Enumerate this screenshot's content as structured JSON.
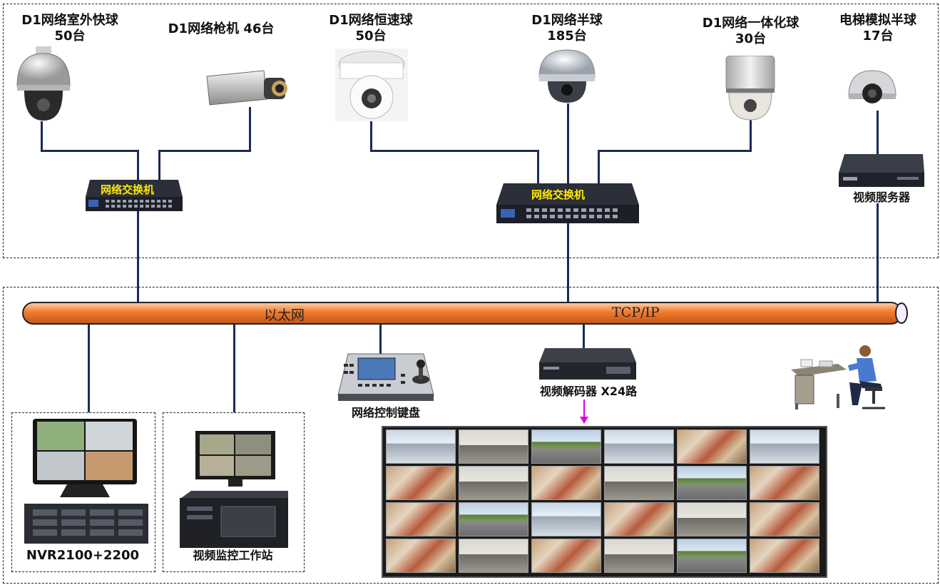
{
  "cameras": [
    {
      "name": "D1网络室外快球",
      "count": "50台"
    },
    {
      "name": "D1网络枪机 46台",
      "count": ""
    },
    {
      "name": "D1网络恒速球",
      "count": "50台"
    },
    {
      "name": "D1网络半球",
      "count": "185台"
    },
    {
      "name": "D1网络一体化球",
      "count": "30台"
    },
    {
      "name": "电梯模拟半球",
      "count": "17台"
    }
  ],
  "switch_label": "网络交换机",
  "video_server_label": "视频服务器",
  "bus": {
    "left_label": "以太网",
    "right_label": "TCP/IP"
  },
  "keyboard_label": "网络控制键盘",
  "decoder_label": "视频解码器 X24路",
  "nvr_label": "NVR2100+2200",
  "workstation_label": "视频监控工作站",
  "video_wall": {
    "rows": 4,
    "cols": 6,
    "tiles": [
      "mall",
      "room",
      "road",
      "mall",
      "crowd",
      "mall",
      "crowd",
      "room",
      "crowd",
      "room",
      "road",
      "crowd",
      "crowd",
      "road",
      "mall",
      "crowd",
      "room",
      "crowd",
      "crowd",
      "room",
      "crowd",
      "room",
      "road",
      "crowd"
    ]
  },
  "colors": {
    "bus": "#f07a2a",
    "connector": "#1a2a5a",
    "switch_text": "#ffe800",
    "decoder_arrow": "#e000e0"
  }
}
